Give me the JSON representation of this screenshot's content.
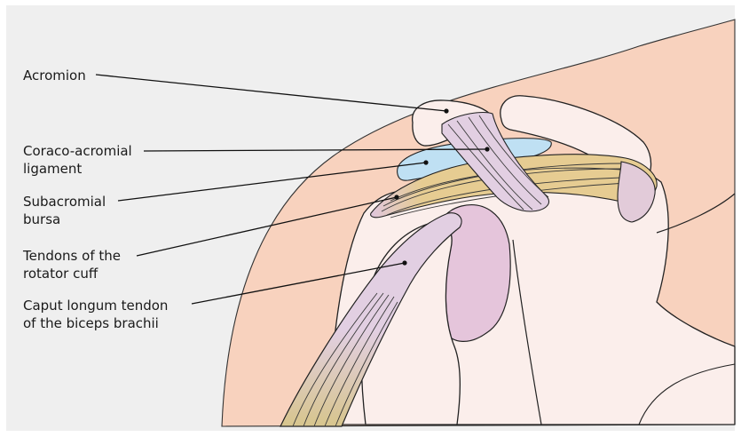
{
  "labels": {
    "acromion": "Acromion",
    "coraco_acromial_ligament": "Coraco-acromial\nligament",
    "subacromial_bursa": "Subacromial\nbursa",
    "rotator_cuff_tendons": "Tendons of the\nrotator cuff",
    "biceps_tendon": "Caput longum tendon\nof the biceps brachii"
  },
  "colors": {
    "background": "#efefef",
    "skin": "#f8d2be",
    "bone": "#fbeeeb",
    "cartilage": "#e7c8dc",
    "tendon": "#e2cfe2",
    "rotator_cuff": "#e7cc90",
    "bursa": "#bfe0f3",
    "outline": "#222222"
  }
}
